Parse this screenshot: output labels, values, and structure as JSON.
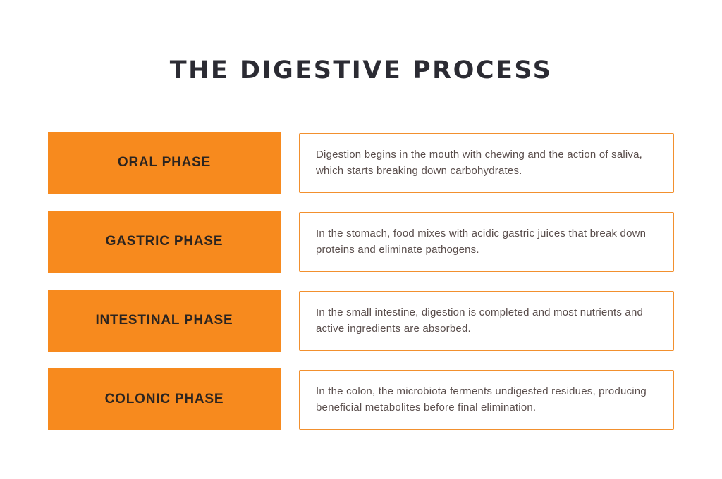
{
  "title": "THE DIGESTIVE PROCESS",
  "colors": {
    "background": "#ffffff",
    "accent_orange": "#f78a1e",
    "desc_border_orange": "#f2902e",
    "title_text": "#2b2b33",
    "label_text": "#2b2420",
    "desc_text": "#5a4e4c"
  },
  "phases": [
    {
      "label": "ORAL PHASE",
      "description": "Digestion begins in the mouth with chewing and the action of saliva, which starts breaking down carbohydrates."
    },
    {
      "label": "GASTRIC PHASE",
      "description": "In the stomach, food mixes with acidic gastric juices that break down proteins and eliminate pathogens."
    },
    {
      "label": "INTESTINAL PHASE",
      "description": "In the small intestine, digestion is completed and most nutrients and active ingredients are absorbed."
    },
    {
      "label": "COLONIC PHASE",
      "description": "In the colon, the microbiota ferments undigested residues, producing beneficial metabolites before final elimination."
    }
  ]
}
